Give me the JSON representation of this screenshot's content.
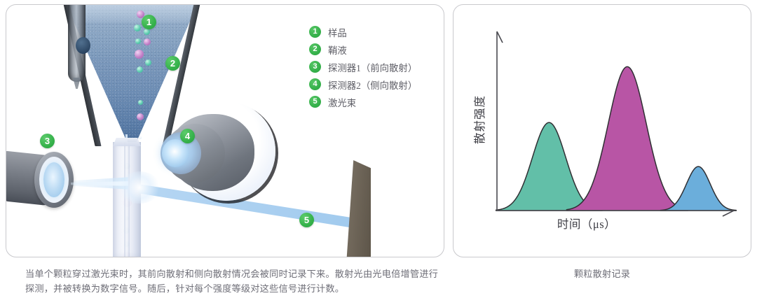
{
  "left_panel": {
    "legend": {
      "items": [
        {
          "number": "1",
          "label": "样品"
        },
        {
          "number": "2",
          "label": "鞘液"
        },
        {
          "number": "3",
          "label": "探测器1（前向散射）"
        },
        {
          "number": "4",
          "label": "探测器2（侧向散射）"
        },
        {
          "number": "5",
          "label": "激光束"
        }
      ]
    },
    "markers": [
      {
        "number": "1",
        "name": "marker-sample"
      },
      {
        "number": "2",
        "name": "marker-sheath-fluid"
      },
      {
        "number": "3",
        "name": "marker-detector-1"
      },
      {
        "number": "4",
        "name": "marker-detector-2"
      },
      {
        "number": "5",
        "name": "marker-laser-beam"
      }
    ],
    "caption": "当单个颗粒穿过激光束时，其前向散射和侧向散射情况会被同时记录下来。散射光由光电倍增管进行探测，并被转换为数字信号。随后，针对每个强度等级对这些信号进行计数。"
  },
  "right_panel": {
    "caption": "颗粒散射记录"
  },
  "chart_data": {
    "type": "area",
    "title": "",
    "xlabel": "时间（μs）",
    "ylabel": "散射强度",
    "xlim": [
      0,
      100
    ],
    "ylim": [
      0,
      100
    ],
    "grid": false,
    "legend_position": "none",
    "axis_arrows": true,
    "peaks": [
      {
        "name": "peak-1",
        "center": 22,
        "height": 52,
        "width": 7.0,
        "color": "#62BFA8"
      },
      {
        "name": "peak-2",
        "center": 55,
        "height": 85,
        "width": 8.0,
        "color": "#B855A5"
      },
      {
        "name": "peak-3",
        "center": 85,
        "height": 26,
        "width": 5.0,
        "color": "#6BAEDB"
      }
    ],
    "stroke_color": "#2f2f33"
  },
  "colors": {
    "badge_green": "#35B04A",
    "panel_border": "#C9C9CD",
    "caption_text": "#6F6F78",
    "peak_teal": "#62BFA8",
    "peak_magenta": "#B855A5",
    "peak_blue": "#6BAEDB"
  }
}
